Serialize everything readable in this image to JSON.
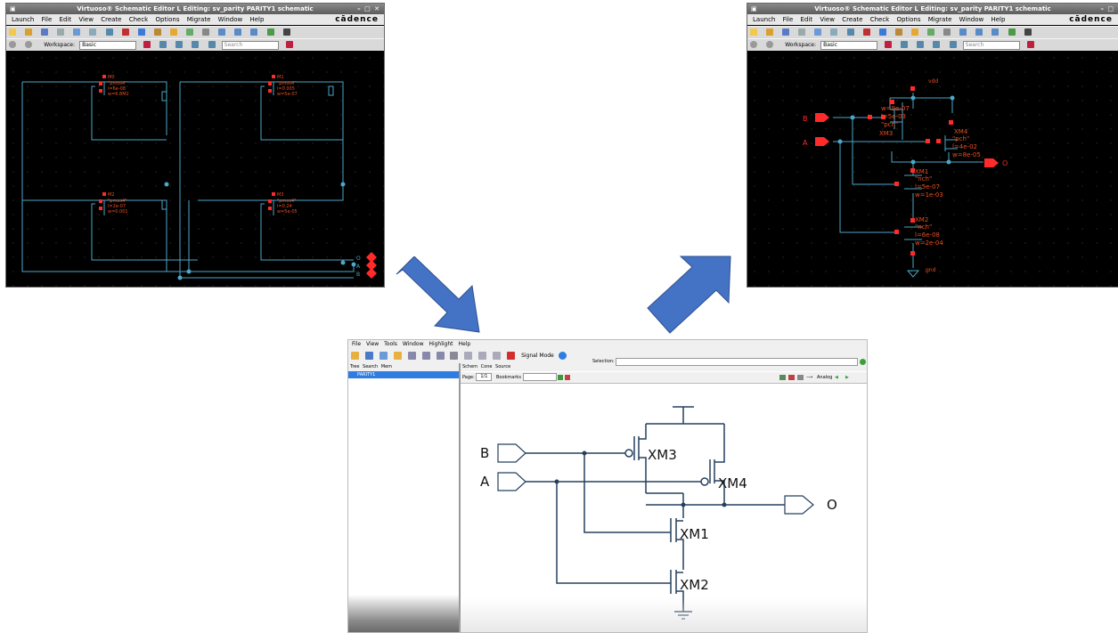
{
  "virtuoso_left": {
    "title": "Virtuoso® Schematic Editor L Editing: sv_parity PARITY1 schematic",
    "window_buttons": "– □ ✕",
    "brand": "cādence",
    "menus": [
      "Launch",
      "File",
      "Edit",
      "View",
      "Create",
      "Check",
      "Options",
      "Migrate",
      "Window",
      "Help"
    ],
    "workspace_label": "Workspace:",
    "workspace_value": "Basic",
    "search_placeholder": "Search",
    "instances": [
      {
        "name": "M0",
        "model": "\"pmos4\"",
        "l": "l=6e-08",
        "w": "w=6.8M2"
      },
      {
        "name": "M1",
        "model": "\"pmos4\"",
        "l": "l=0.005",
        "w": "w=5e-07"
      },
      {
        "name": "M2",
        "model": "\"pmos4\"",
        "l": "l=2e-07",
        "w": "w=0.001"
      },
      {
        "name": "M3",
        "model": "\"pmos4\"",
        "l": "l=0.24",
        "w": "w=5e-05"
      }
    ],
    "pins": [
      "O",
      "A",
      "B"
    ]
  },
  "virtuoso_right": {
    "title": "Virtuoso® Schematic Editor L Editing: sv_parity PARITY1 schematic",
    "window_buttons": "– □",
    "brand": "cādence",
    "menus": [
      "Launch",
      "File",
      "Edit",
      "View",
      "Create",
      "Check",
      "Options",
      "Migrate",
      "Window",
      "Help"
    ],
    "workspace_label": "Workspace:",
    "workspace_value": "Basic",
    "search_placeholder": "Search",
    "vdd": "vdd",
    "gnd": "gnd",
    "pin_b": "B",
    "pin_a": "A",
    "pin_o": "O",
    "xm3": {
      "name": "XM3",
      "w": "w=9e-07",
      "l": "l=5e-03",
      "model": "\"pch\""
    },
    "xm4": {
      "name": "XM4",
      "model": "\"pch\"",
      "l": "l=4e-02",
      "w": "w=8e-05"
    },
    "xm1": {
      "name": "XM1",
      "model": "\"nch\"",
      "l": "l=5e-07",
      "w": "w=1e-03"
    },
    "xm2": {
      "name": "XM2",
      "model": "\"nch\"",
      "l": "l=6e-08",
      "w": "w=2e-04"
    }
  },
  "simvision": {
    "menus": [
      "File",
      "View",
      "Tools",
      "Window",
      "Highlight",
      "Help"
    ],
    "signal_mode": "Signal Mode",
    "left_tabs": [
      "Tree",
      "Search",
      "Mem"
    ],
    "tree_item": "PARITY1",
    "right_tabs": [
      "Schem",
      "Cone",
      "Source"
    ],
    "selection_label": "Selection:",
    "page_label": "Page:",
    "page_value": "1/1",
    "bookmarks_label": "Bookmarks",
    "analog_label": "Analog",
    "schematic": {
      "pin_b": "B",
      "pin_a": "A",
      "pin_o": "O",
      "xm3": "XM3",
      "xm4": "XM4",
      "xm1": "XM1",
      "xm2": "XM2"
    }
  },
  "colors": {
    "wire": "#4aa8c8",
    "device": "#e85020",
    "pin": "#ff2a2a",
    "arrow": "#4472c4",
    "schem_line": "#25405f"
  }
}
